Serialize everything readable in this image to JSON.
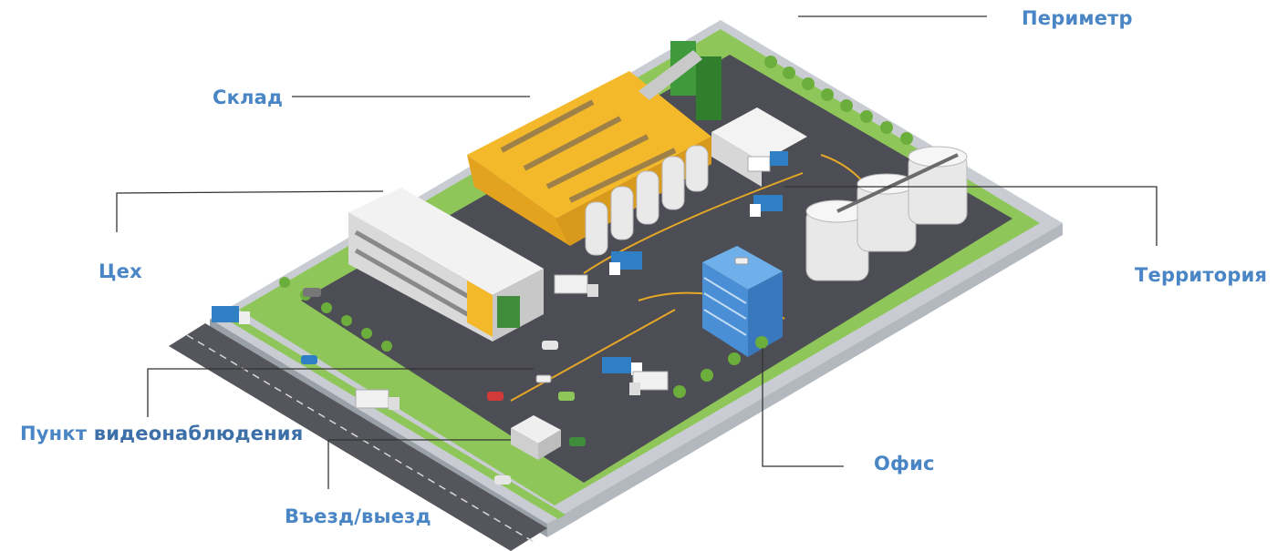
{
  "labels": {
    "perimeter": "Периметр",
    "warehouse": "Склад",
    "workshop": "Цех",
    "territory": "Территория",
    "cctv_part1": "Пункт",
    "cctv_part2": "видеонаблюдения",
    "office": "Офис",
    "gate": "Въезд/выезд"
  },
  "colors": {
    "label": "#4a86c5",
    "leader": "#333333",
    "road": "#4d4d55",
    "grass": "#8fc65a",
    "warehouse_roof": "#f4b92a",
    "office_glass": "#4a8fd6",
    "tank": "#e7e7e7",
    "truck_cab": "#2f7fc4"
  }
}
